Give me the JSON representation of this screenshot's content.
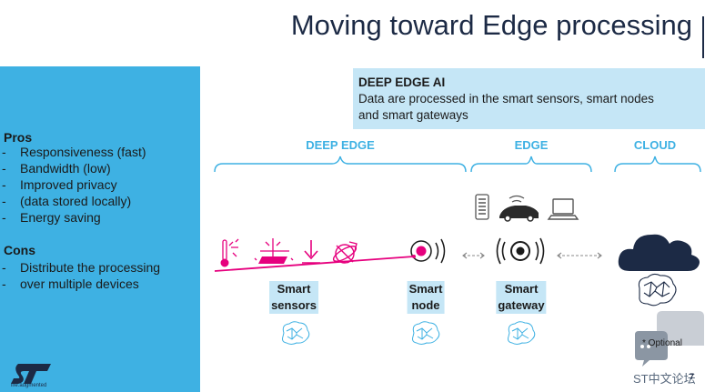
{
  "title": "Moving toward Edge processing",
  "pros": {
    "heading": "Pros",
    "items": [
      "Responsiveness (fast)",
      "Bandwidth (low)",
      "Improved privacy",
      "(data stored locally)",
      "Energy saving"
    ]
  },
  "cons": {
    "heading": "Cons",
    "items": [
      "Distribute the processing",
      "over multiple devices"
    ]
  },
  "logo": {
    "tagline": "life.augmented"
  },
  "deep_edge_box": {
    "title": "DEEP EDGE AI",
    "description_line1": "Data are processed in the smart sensors, smart nodes",
    "description_line2": "and smart gateways"
  },
  "zones": {
    "deep_edge": "DEEP EDGE",
    "edge": "EDGE",
    "cloud": "CLOUD"
  },
  "nodes": {
    "sensors": [
      "Smart",
      "sensors"
    ],
    "node": [
      "Smart",
      "node"
    ],
    "gateway": [
      "Smart",
      "gateway"
    ]
  },
  "optional_note": "* Optional",
  "forum": "ST中文论坛",
  "page_number": "7",
  "colors": {
    "st_blue": "#3eb1e3",
    "light_blue": "#c5e6f6",
    "magenta": "#e6007e",
    "dark_navy": "#1c2a45"
  }
}
